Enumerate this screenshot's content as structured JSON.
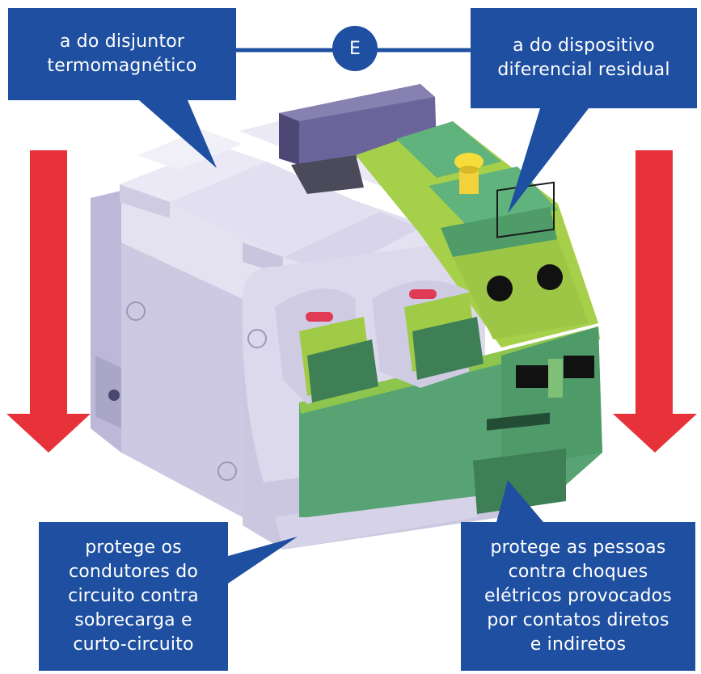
{
  "badge": "E",
  "callouts": {
    "top_left": [
      "a do disjuntor",
      "termomagnético"
    ],
    "top_right": [
      "a do dispositivo",
      "diferencial residual"
    ],
    "bottom_left": [
      "protege os",
      "condutores do",
      "circuito contra",
      "sobrecarga e",
      "curto-circuito"
    ],
    "bottom_right": [
      "protege as pessoas",
      "contra choques",
      "elétricos provocados",
      "por contatos diretos",
      "e indiretos"
    ]
  },
  "colors": {
    "callout_bg": "#1f4fa0",
    "arrow_red": "#e8323a",
    "device_light": "#d9d6ec",
    "device_green": "#58a374",
    "device_lime": "#a6cf4a",
    "handle_purple": "#625b8f"
  }
}
